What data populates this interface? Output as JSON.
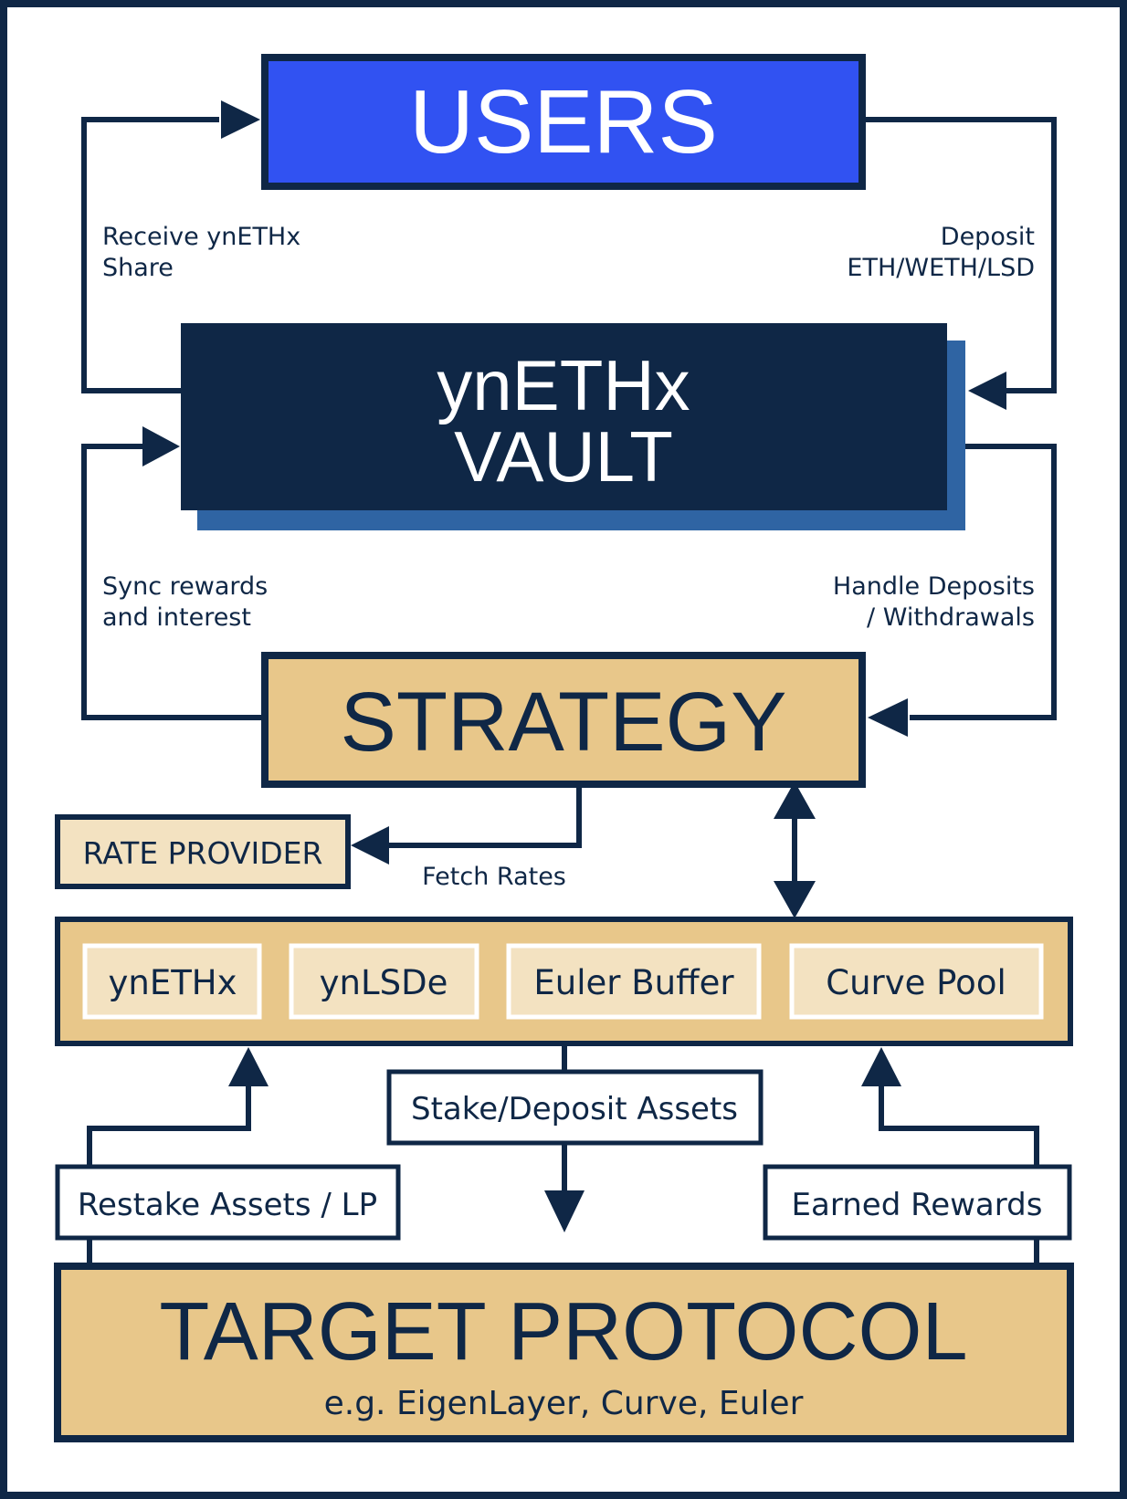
{
  "colors": {
    "navy": "#0f2746",
    "blue": "#3152f2",
    "vault_shadow": "#2f64a3",
    "tan": "#e8c78a",
    "light_tan": "#f3e2c1",
    "white": "#ffffff"
  },
  "nodes": {
    "users": "USERS",
    "vault_line1": "ynETHx",
    "vault_line2": "VAULT",
    "strategy": "STRATEGY",
    "rate_provider": "RATE PROVIDER",
    "assets": [
      "ynETHx",
      "ynLSDe",
      "Euler Buffer",
      "Curve Pool"
    ],
    "target_title": "TARGET PROTOCOL",
    "target_subtitle": "e.g. EigenLayer, Curve, Euler"
  },
  "edges": {
    "receive_line1": "Receive ynETHx",
    "receive_line2": "Share",
    "deposit_line1": "Deposit",
    "deposit_line2": "ETH/WETH/LSD",
    "sync_line1": "Sync rewards",
    "sync_line2": "and interest",
    "handle_line1": "Handle Deposits",
    "handle_line2": "/ Withdrawals",
    "fetch_rates": "Fetch Rates",
    "stake_deposit": "Stake/Deposit Assets",
    "restake": "Restake Assets / LP",
    "earned_rewards": "Earned Rewards"
  }
}
